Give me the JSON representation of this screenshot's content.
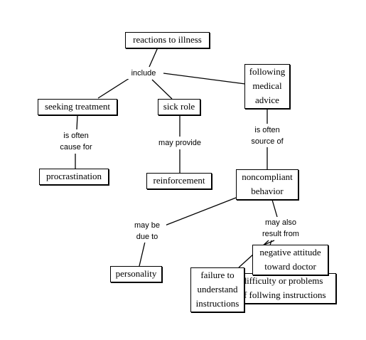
{
  "concepts": {
    "reactions_to_illness": "reactions to illness",
    "seeking_treatment": "seeking treatment",
    "sick_role": "sick role",
    "following_medical_advice": "following\nmedical\nadvice",
    "procrastination": "procrastination",
    "reinforcement": "reinforcement",
    "noncompliant_behavior": "noncompliant\nbehavior",
    "personality": "personality",
    "negative_attitude": "negative attitude\ntoward doctor",
    "difficulty": "difficulty or problems\nof follwing instructions",
    "failure": "failure to\nunderstand\ninstructions"
  },
  "links": {
    "include": "include",
    "is_often_cause_for": "is often\ncause for",
    "may_provide": "may provide",
    "is_often_source_of": "is often\nsource of",
    "may_be_due_to": "may be\ndue to",
    "may_also_result_from": "may also\nresult from"
  }
}
